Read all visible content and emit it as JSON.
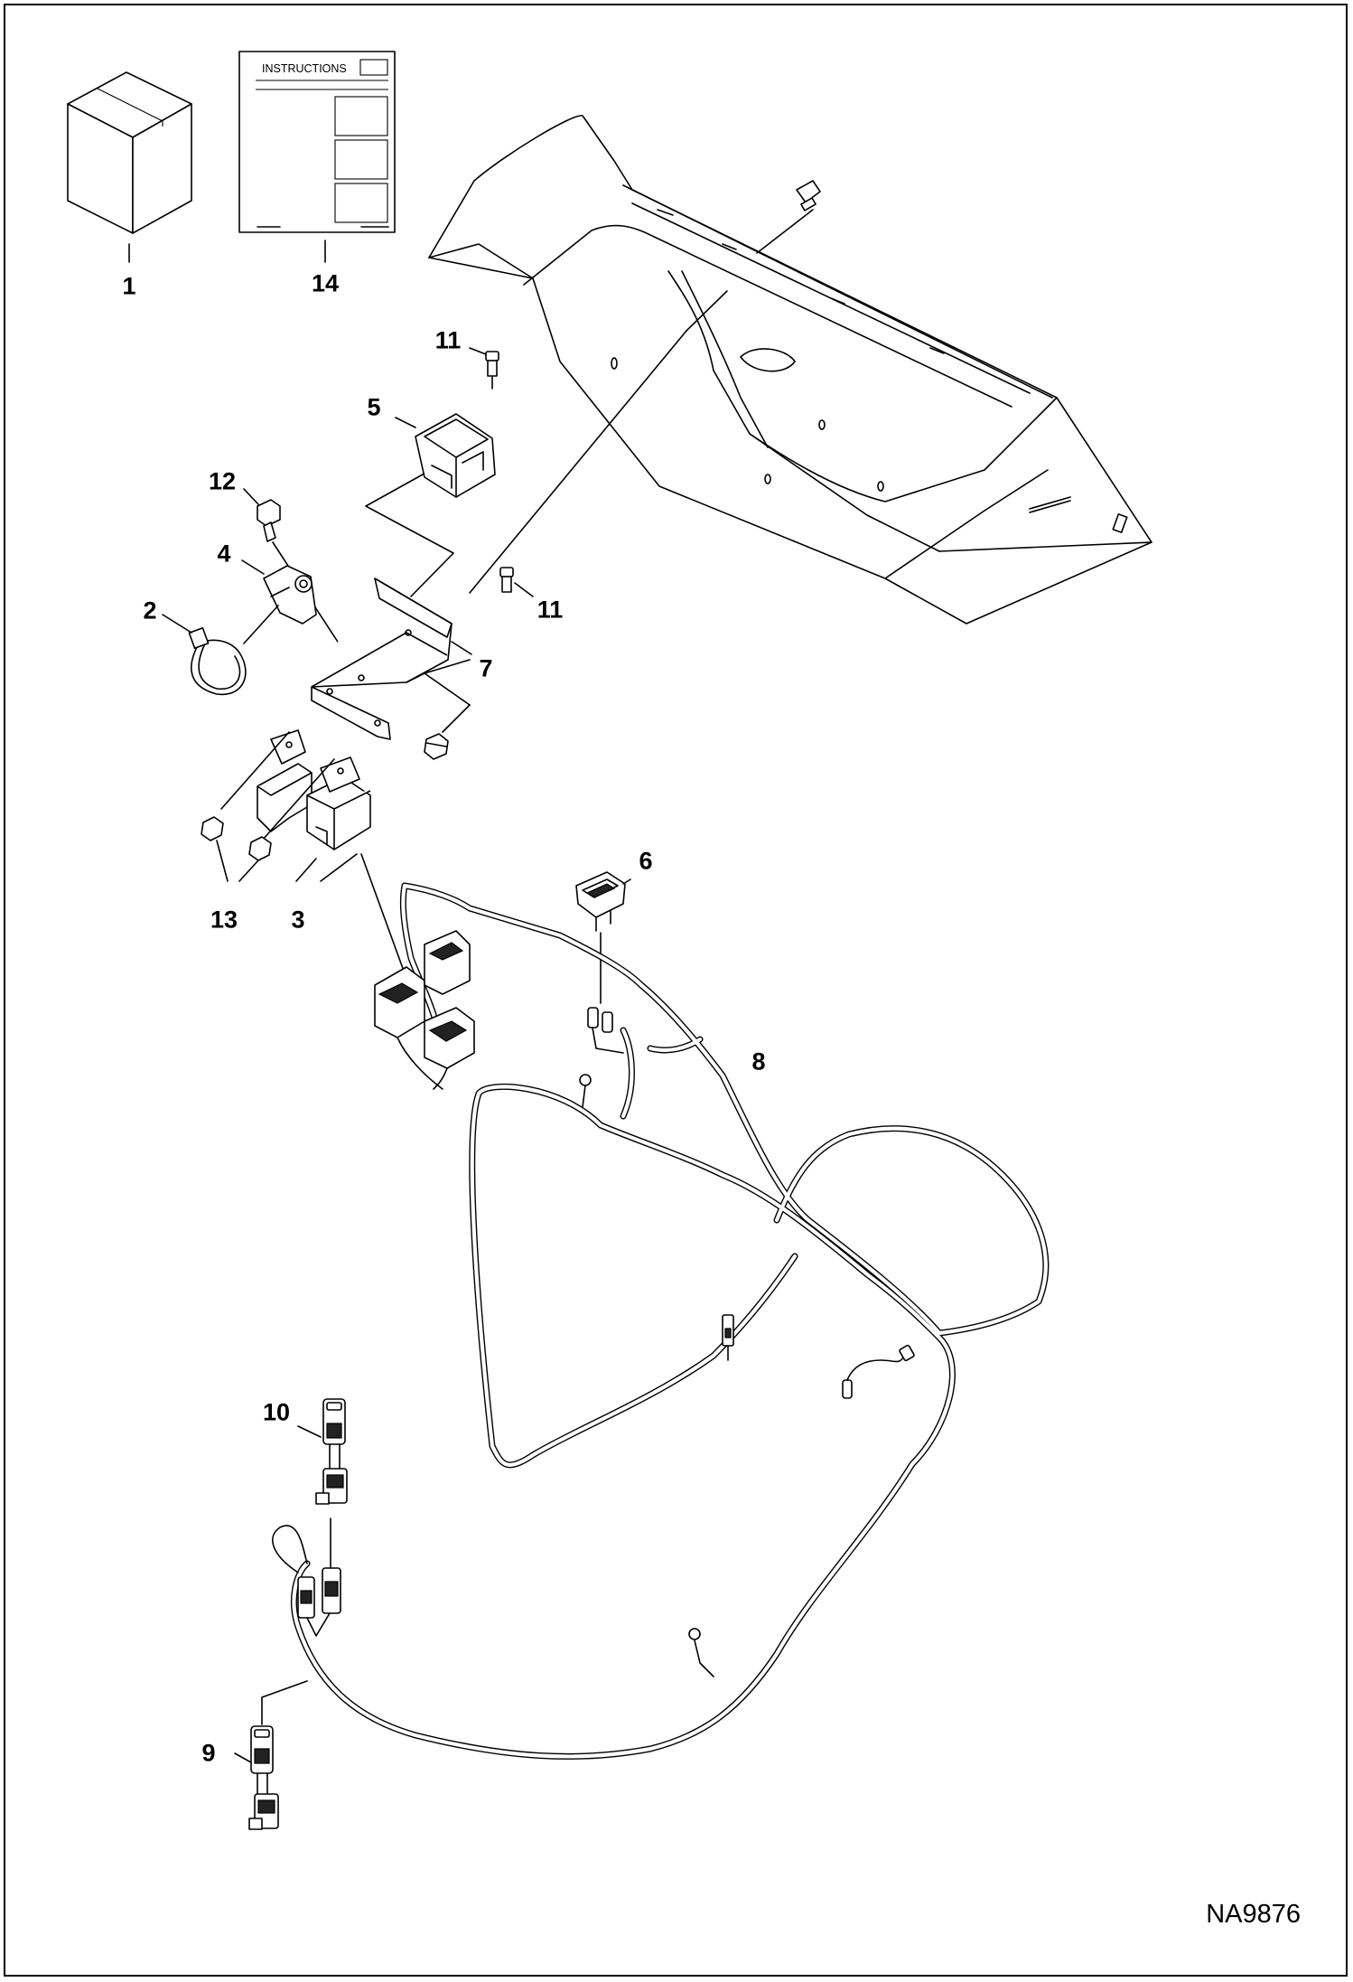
{
  "drawing_number": "NA9876",
  "instructions_sheet": {
    "title": "INSTRUCTIONS"
  },
  "callouts": [
    {
      "id": "1",
      "label": "1"
    },
    {
      "id": "14",
      "label": "14"
    },
    {
      "id": "11a",
      "label": "11"
    },
    {
      "id": "5",
      "label": "5"
    },
    {
      "id": "12",
      "label": "12"
    },
    {
      "id": "4",
      "label": "4"
    },
    {
      "id": "2",
      "label": "2"
    },
    {
      "id": "11b",
      "label": "11"
    },
    {
      "id": "7",
      "label": "7"
    },
    {
      "id": "13",
      "label": "13"
    },
    {
      "id": "3",
      "label": "3"
    },
    {
      "id": "6",
      "label": "6"
    },
    {
      "id": "8",
      "label": "8"
    },
    {
      "id": "10",
      "label": "10"
    },
    {
      "id": "9",
      "label": "9"
    }
  ]
}
